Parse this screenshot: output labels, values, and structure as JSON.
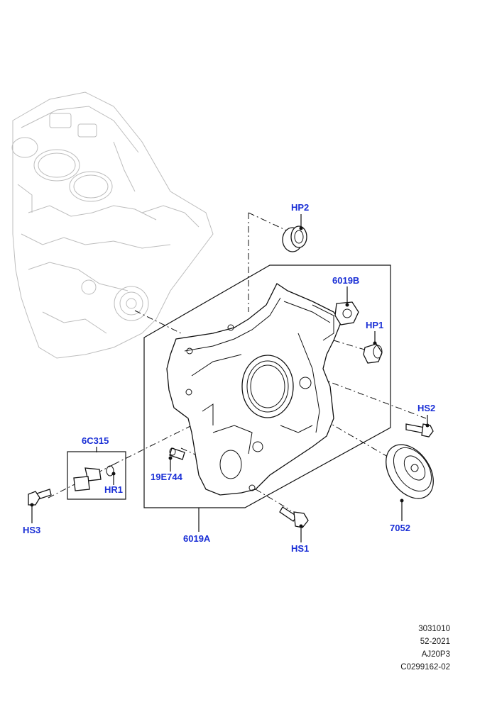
{
  "callouts": {
    "hp2": "HP2",
    "b6019": "6019B",
    "hp1": "HP1",
    "hs2": "HS2",
    "c6c315": "6C315",
    "hr1": "HR1",
    "e19744": "19E744",
    "hs3": "HS3",
    "a6019": "6019A",
    "hs1": "HS1",
    "p7052": "7052"
  },
  "meta": {
    "line1": "3031010",
    "line2": "52-2021",
    "line3": "AJ20P3",
    "line4": "C0299162-02"
  },
  "colors": {
    "callout_text": "#1a2fd6",
    "ghost_engine": "#bdbdbd",
    "line_art": "#111111"
  }
}
